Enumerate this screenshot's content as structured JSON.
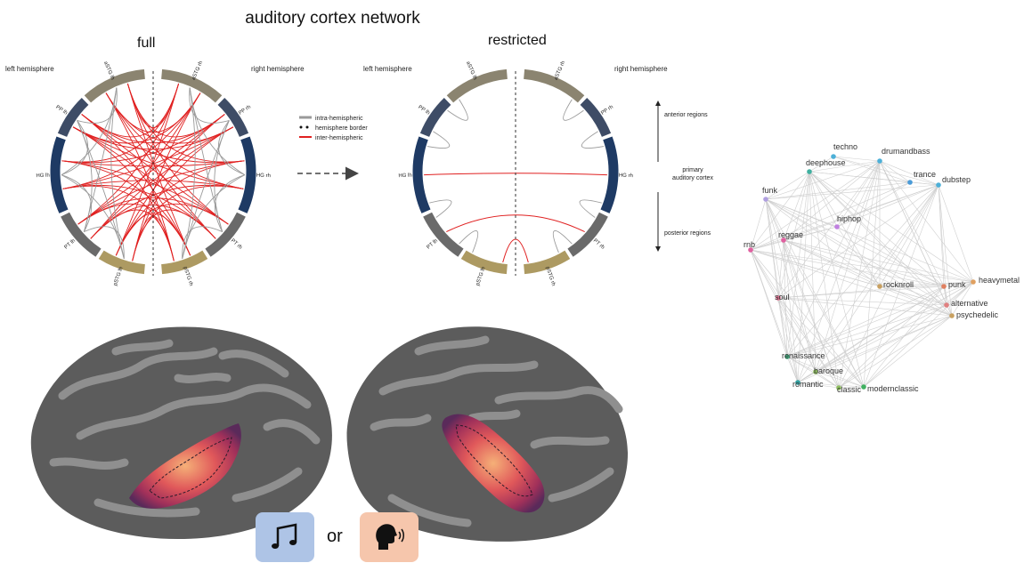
{
  "title": "auditory cortex network",
  "panels": {
    "full_label": "full",
    "restricted_label": "restricted"
  },
  "hemispheres": {
    "left": "left hemisphere",
    "right": "right hemisphere"
  },
  "regions": [
    "aSTG lh",
    "PP lh",
    "HG lh",
    "PT lh",
    "pSTG lh",
    "aSTG rh",
    "PP rh",
    "HG rh",
    "PT rh",
    "pSTG rh"
  ],
  "legend": {
    "intra": "intra-hemispheric",
    "border": "hemisphere border",
    "inter": "inter-hemispheric"
  },
  "axis": {
    "anterior": "anterior regions",
    "primary_line1": "primary",
    "primary_line2": "auditory cortex",
    "posterior": "posterior regions"
  },
  "genres": [
    "techno",
    "drumandbass",
    "deephouse",
    "trance",
    "dubstep",
    "funk",
    "hiphop",
    "rnb",
    "reggae",
    "rocknroll",
    "punk",
    "heavymetal",
    "alternative",
    "psychedelic",
    "soul",
    "renaissance",
    "baroque",
    "romantic",
    "classic",
    "modernclassic"
  ],
  "stimuli": {
    "music_icon": "music-note-icon",
    "speech_icon": "speaking-head-icon",
    "or_text": "or"
  },
  "colors": {
    "aSTG": "#8b8470",
    "PP": "#3e4c66",
    "HG": "#1e3a64",
    "PT": "#6a6a6a",
    "pSTG": "#ad9a62",
    "inter": "#e02020",
    "intra": "#9a9a9a",
    "music_bg": "#aec4e6",
    "speech_bg": "#f6c6ac"
  }
}
